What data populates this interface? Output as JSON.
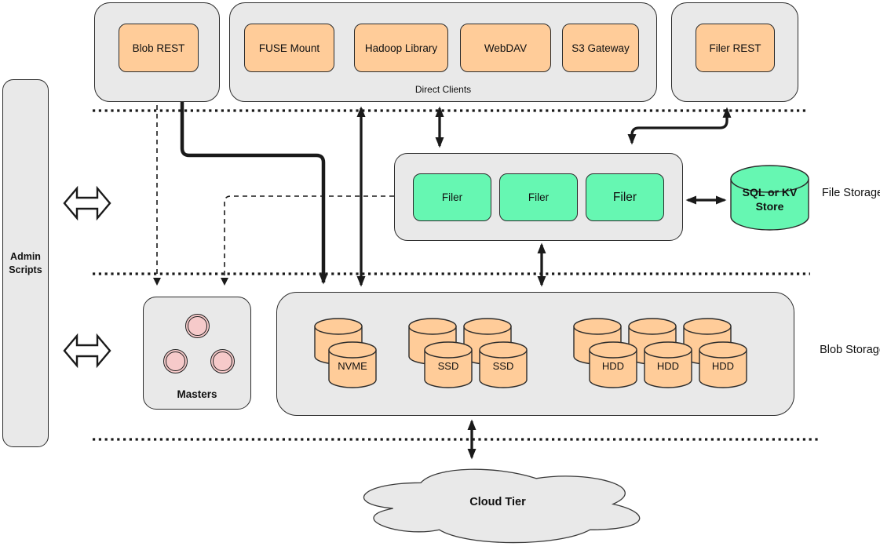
{
  "palette": {
    "orange": "#FFCC99",
    "green": "#66F7B2",
    "gray": "#E9E9E9",
    "pink": "#F6CACA",
    "stroke": "#1A1A1A"
  },
  "left_panel": {
    "label": "Admin Scripts"
  },
  "top": {
    "blob_rest": {
      "label": "Blob REST"
    },
    "direct_clients": {
      "label": "Direct Clients",
      "items": [
        {
          "label": "FUSE Mount"
        },
        {
          "label": "Hadoop Library"
        },
        {
          "label": "WebDAV"
        },
        {
          "label": "S3 Gateway"
        }
      ]
    },
    "filer_rest": {
      "label": "Filer REST"
    }
  },
  "file_storage": {
    "tier_label": "File Storage",
    "filers": [
      {
        "label": "Filer"
      },
      {
        "label": "Filer"
      },
      {
        "label": "Filer"
      }
    ],
    "store": {
      "label": "SQL or KV Store"
    }
  },
  "blob_storage": {
    "tier_label": "Blob Storage",
    "masters": {
      "label": "Masters"
    },
    "disks": {
      "nvme": "NVME",
      "ssd1": "SSD",
      "ssd2": "SSD",
      "hdd1": "HDD",
      "hdd2": "HDD",
      "hdd3": "HDD"
    }
  },
  "cloud": {
    "label": "Cloud Tier"
  }
}
